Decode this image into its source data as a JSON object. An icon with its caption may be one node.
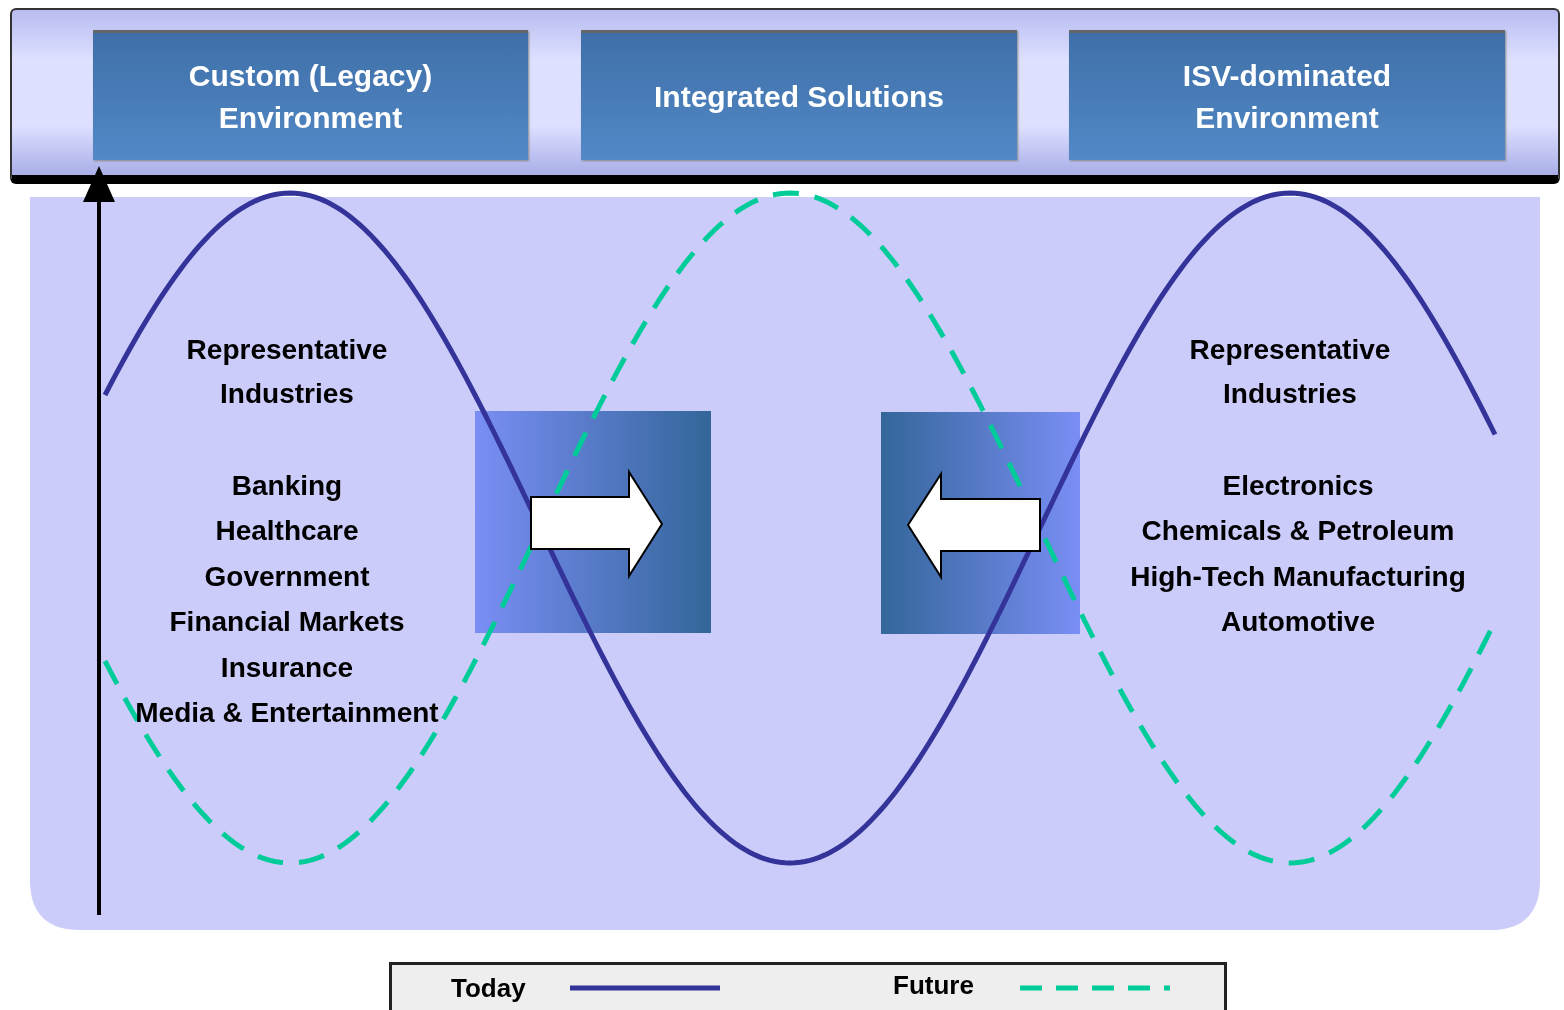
{
  "diagram": {
    "nodes": [
      {
        "text": [
          "Custom (Legacy) Environment"
        ]
      },
      {
        "text": [
          "Integrated Solutions"
        ]
      },
      {
        "text": [
          "ISV-dominated Environment"
        ]
      }
    ],
    "labels": [
      "Representative Industries",
      "Banking",
      "Healthcare",
      "Government",
      "Financial Markets",
      "Insurance",
      "Media & Entertainment",
      "Representative Industries",
      "Electronics",
      "Chemicals & Petroleum",
      "High-Tech Manufacturing",
      "Automotive"
    ],
    "legend": [
      {
        "text": "Today"
      },
      {
        "text": "Future"
      }
    ]
  }
}
